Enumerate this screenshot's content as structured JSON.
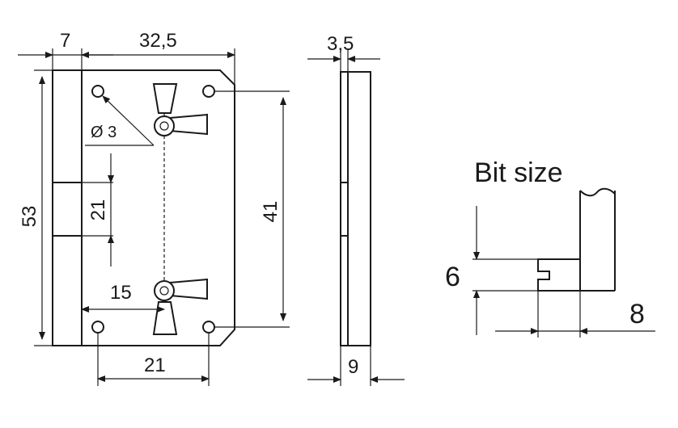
{
  "front_view": {
    "dim_top_left": "7",
    "dim_top_right": "32,5",
    "dim_height_total": "53",
    "dim_hole_spacing_vertical": "41",
    "dim_bolt_height": "21",
    "dim_hole_diameter": "Ø 3",
    "dim_offset_15": "15",
    "dim_bottom_21": "21"
  },
  "side_view": {
    "dim_top": "3,5",
    "dim_bottom": "9"
  },
  "bit_detail": {
    "title": "Bit size",
    "dim_height": "6",
    "dim_width": "8"
  }
}
